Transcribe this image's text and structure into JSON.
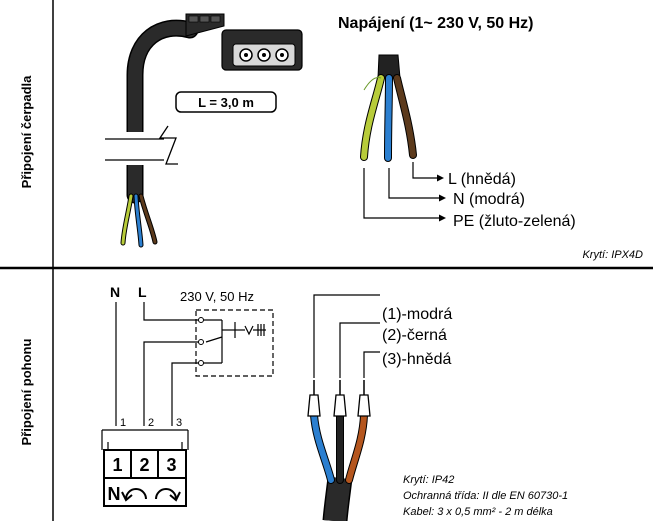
{
  "sections": {
    "pump": {
      "side_label": "Připojení čerpadla",
      "cable_length": "L = 3,0 m",
      "supply_title": "Napájení  (1~ 230 V, 50 Hz)",
      "wires": [
        "L (hnědá)",
        "N (modrá)",
        "PE (žluto-zelená)"
      ],
      "protection": "Krytí: IPX4D"
    },
    "drive": {
      "side_label": "Připojení pohonu",
      "n_label": "N",
      "l_label": "L",
      "supply": "230 V, 50 Hz",
      "terminal_numbers": [
        "1",
        "2",
        "3"
      ],
      "terminal_n": "N",
      "wires": [
        "(1)-modrá",
        "(2)-černá",
        "(3)-hnědá"
      ],
      "notes": [
        "Krytí: IP42",
        "Ochranná třída: II dle EN 60730-1",
        "Kabel: 3 x 0,5 mm² - 2 m délka"
      ]
    }
  },
  "colors": {
    "brown": "#5c3a1c",
    "blue": "#2b7fd0",
    "yellow_green": "#b8cc3a",
    "black_wire": "#222222",
    "orange_brown": "#b5561e",
    "cable": "#2a2a2a"
  }
}
